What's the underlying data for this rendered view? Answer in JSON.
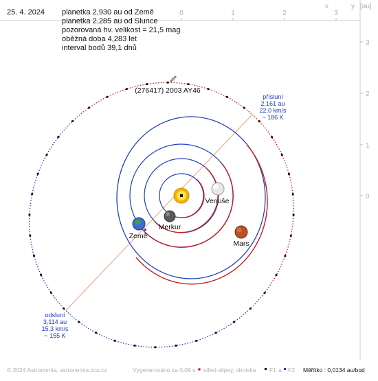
{
  "date": "25. 4. 2024",
  "info_lines": [
    "planetka 2,930 au od Země",
    "planetka 2,285 au od Slunce",
    "pozorovaná hv. velikost = 21,5 mag",
    "oběžná doba 4,283 let",
    "interval bodů 39,1 dnů"
  ],
  "object_name": "(276417) 2003 AY46",
  "axis": {
    "unit": "[au]",
    "x_label": "x",
    "y_label": "y",
    "x_ticks": [
      "0",
      "1",
      "2",
      "3"
    ],
    "y_ticks": [
      "3",
      "2",
      "1",
      "0"
    ]
  },
  "bodies": {
    "venus": "Venuše",
    "mercury": "Merkur",
    "earth": "Země",
    "mars": "Mars"
  },
  "perihelion": {
    "title": "přísluní",
    "distance": "2,161 au",
    "speed": "22,0 km/s",
    "temp": "~ 186 K"
  },
  "aphelion": {
    "title": "odsluní",
    "distance": "3,114 au",
    "speed": "15,3 km/s",
    "temp": "~ 155 K"
  },
  "footer": {
    "copyright": "© 2024 Astronomia, astronomia.zcu.cz",
    "generated": "Vygenerováno za 0,09 s",
    "legend_center": "střed elipsy, ohniska",
    "legend_f1": "F1",
    "legend_a": "a",
    "legend_f2": "F2",
    "scale": "Měřítko : 0,0134 au/bod"
  },
  "colors": {
    "orbit_planet": "#1f3fbf",
    "orbit_red": "#d01c1c",
    "asteroid_near": "#d01c1c",
    "asteroid_far": "#1f3fbf",
    "apsides_line": "#f0a080",
    "sun": "#f5c400",
    "accent_blue": "#1e3cc8"
  }
}
